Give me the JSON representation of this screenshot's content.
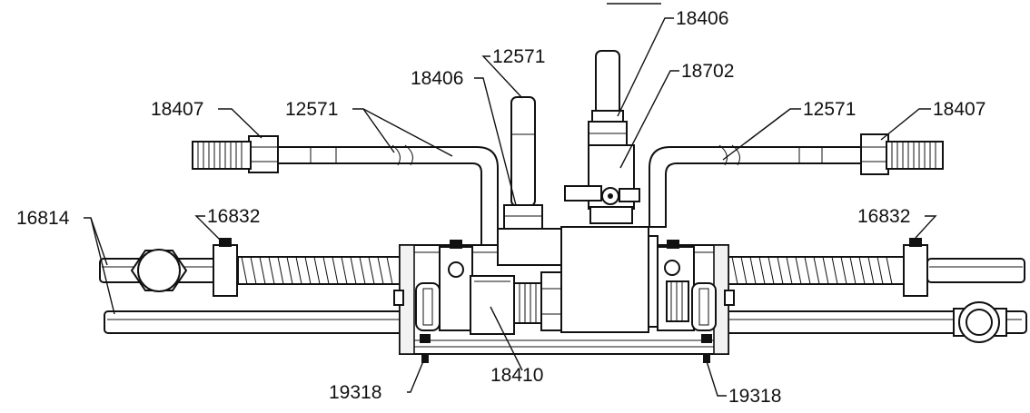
{
  "diagram": {
    "background": "#ffffff",
    "ink": "#111111",
    "part_labels": {
      "top_center": "18406",
      "upper_left_fitting": "12571",
      "upper_left_nut": "18406",
      "valve": "18702",
      "left_end_nut": "18407",
      "left_tube": "12571",
      "right_tube": "12571",
      "right_end_nut": "18407",
      "left_rods": "16814",
      "left_collar": "16832",
      "right_collar": "16832",
      "bottom_left_screw": "19318",
      "bottom_block": "18410",
      "bottom_right_screw": "19318"
    }
  }
}
